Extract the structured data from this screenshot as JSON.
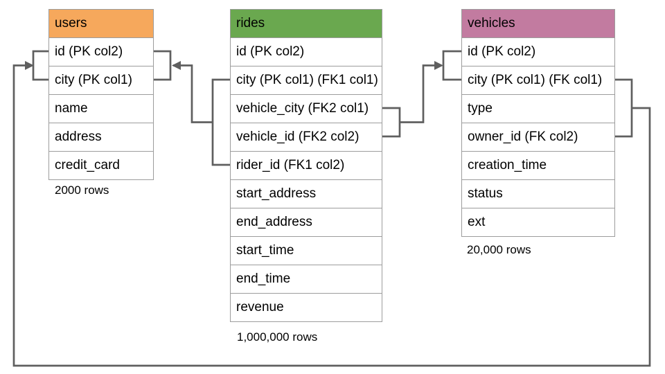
{
  "tables": [
    {
      "name": "users",
      "header_color": "#F6A85C",
      "columns": [
        "id (PK col2)",
        "city (PK col1)",
        "name",
        "address",
        "credit_card"
      ],
      "row_count": "2000 rows"
    },
    {
      "name": "rides",
      "header_color": "#6AA84F",
      "columns": [
        "id (PK col2)",
        "city (PK col1) (FK1 col1)",
        "vehicle_city (FK2 col1)",
        "vehicle_id (FK2 col2)",
        "rider_id (FK1 col2)",
        "start_address",
        "end_address",
        "start_time",
        "end_time",
        "revenue"
      ],
      "row_count": "1,000,000 rows"
    },
    {
      "name": "vehicles",
      "header_color": "#C27BA0",
      "columns": [
        "id (PK col2)",
        "city (PK col1) (FK col1)",
        "type",
        "owner_id (FK col2)",
        "creation_time",
        "status",
        "ext"
      ],
      "row_count": "20,000 rows"
    }
  ],
  "relationships": [
    {
      "label": "rides FK1 -> users",
      "from": "rides.city + rides.rider_id",
      "to": "users.city + users.id"
    },
    {
      "label": "rides FK2 -> vehicles",
      "from": "rides.vehicle_city + rides.vehicle_id",
      "to": "vehicles.city + vehicles.id"
    },
    {
      "label": "vehicles FK -> users",
      "from": "vehicles.city + vehicles.owner_id",
      "to": "users.city + users.id"
    }
  ],
  "colors": {
    "users_header": "#F6A85C",
    "rides_header": "#6AA84F",
    "vehicles_header": "#C27BA0",
    "connector": "#5F5F5F",
    "table_border": "#9C9C9C",
    "text": "#000000",
    "background": "#FFFFFF"
  }
}
